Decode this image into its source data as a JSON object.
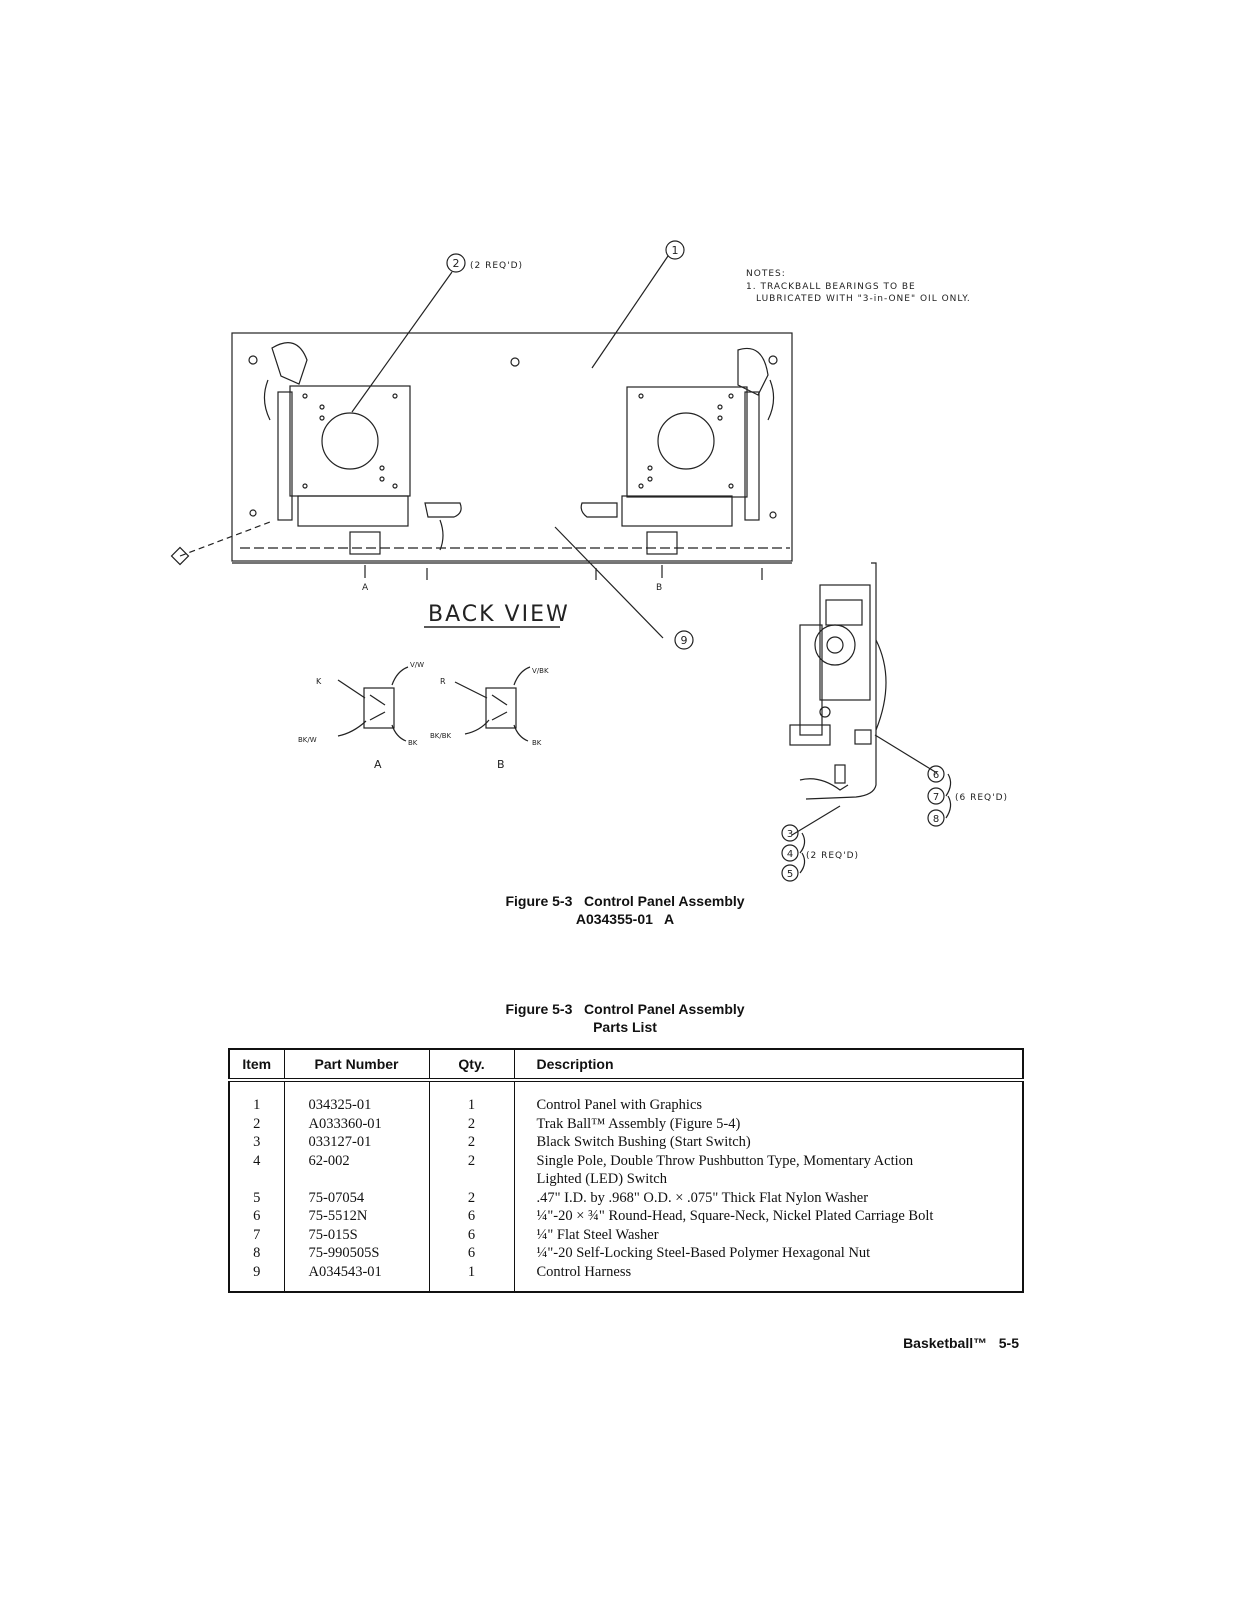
{
  "drawing": {
    "callout_2": "2",
    "callout_2_note": "(2 REQ'D)",
    "callout_1": "1",
    "callout_9": "9",
    "callout_6": "6",
    "callout_7": "7",
    "callout_8": "8",
    "callout_678_note": "(6 REQ'D)",
    "callout_3": "3",
    "callout_4": "4",
    "callout_5": "5",
    "callout_345_note": "(2 REQ'D)",
    "notes_title": "NOTES:",
    "notes_line1": "1. TRACKBALL BEARINGS TO BE",
    "notes_line2": "LUBRICATED WITH \"3-in-ONE\" OIL ONLY.",
    "back_view": "BACK VIEW",
    "marker_a": "A",
    "marker_b": "B",
    "switch_a_label": "A",
    "switch_b_label": "B",
    "wire_a_k": "K",
    "wire_a_vw": "V/W",
    "wire_a_bkw": "BK/W",
    "wire_a_bk": "BK",
    "wire_b_r": "R",
    "wire_b_vbk": "V/BK",
    "wire_b_bkbk": "BK/BK",
    "wire_b_bk": "BK"
  },
  "figure_caption": {
    "line1": "Figure 5-3   Control Panel Assembly",
    "line2": "A034355-01   A"
  },
  "table_caption": {
    "line1": "Figure 5-3   Control Panel Assembly",
    "line2": "Parts List"
  },
  "table": {
    "headers": {
      "item": "Item",
      "part": "Part Number",
      "qty": "Qty.",
      "desc": "Description"
    },
    "rows": [
      {
        "item": "1",
        "part": "034325-01",
        "qty": "1",
        "desc": "Control Panel with Graphics"
      },
      {
        "item": "2",
        "part": "A033360-01",
        "qty": "2",
        "desc": "Trak Ball™ Assembly (Figure 5-4)"
      },
      {
        "item": "3",
        "part": "033127-01",
        "qty": "2",
        "desc": "Black Switch Bushing (Start Switch)"
      },
      {
        "item": "4",
        "part": "62-002",
        "qty": "2",
        "desc": "Single Pole, Double Throw Pushbutton Type, Momentary Action",
        "desc2": "Lighted (LED) Switch"
      },
      {
        "item": "5",
        "part": "75-07054",
        "qty": "2",
        "desc": ".47\" I.D. by .968\" O.D. × .075\" Thick Flat Nylon Washer"
      },
      {
        "item": "6",
        "part": "75-5512N",
        "qty": "6",
        "desc": "¼\"-20 × ¾\" Round-Head, Square-Neck, Nickel Plated Carriage Bolt"
      },
      {
        "item": "7",
        "part": "75-015S",
        "qty": "6",
        "desc": "¼\" Flat Steel Washer"
      },
      {
        "item": "8",
        "part": "75-990505S",
        "qty": "6",
        "desc": "¼\"-20 Self-Locking Steel-Based Polymer Hexagonal Nut"
      },
      {
        "item": "9",
        "part": "A034543-01",
        "qty": "1",
        "desc": "Control Harness"
      }
    ]
  },
  "footer": {
    "text": "Basketball™   5-5"
  }
}
